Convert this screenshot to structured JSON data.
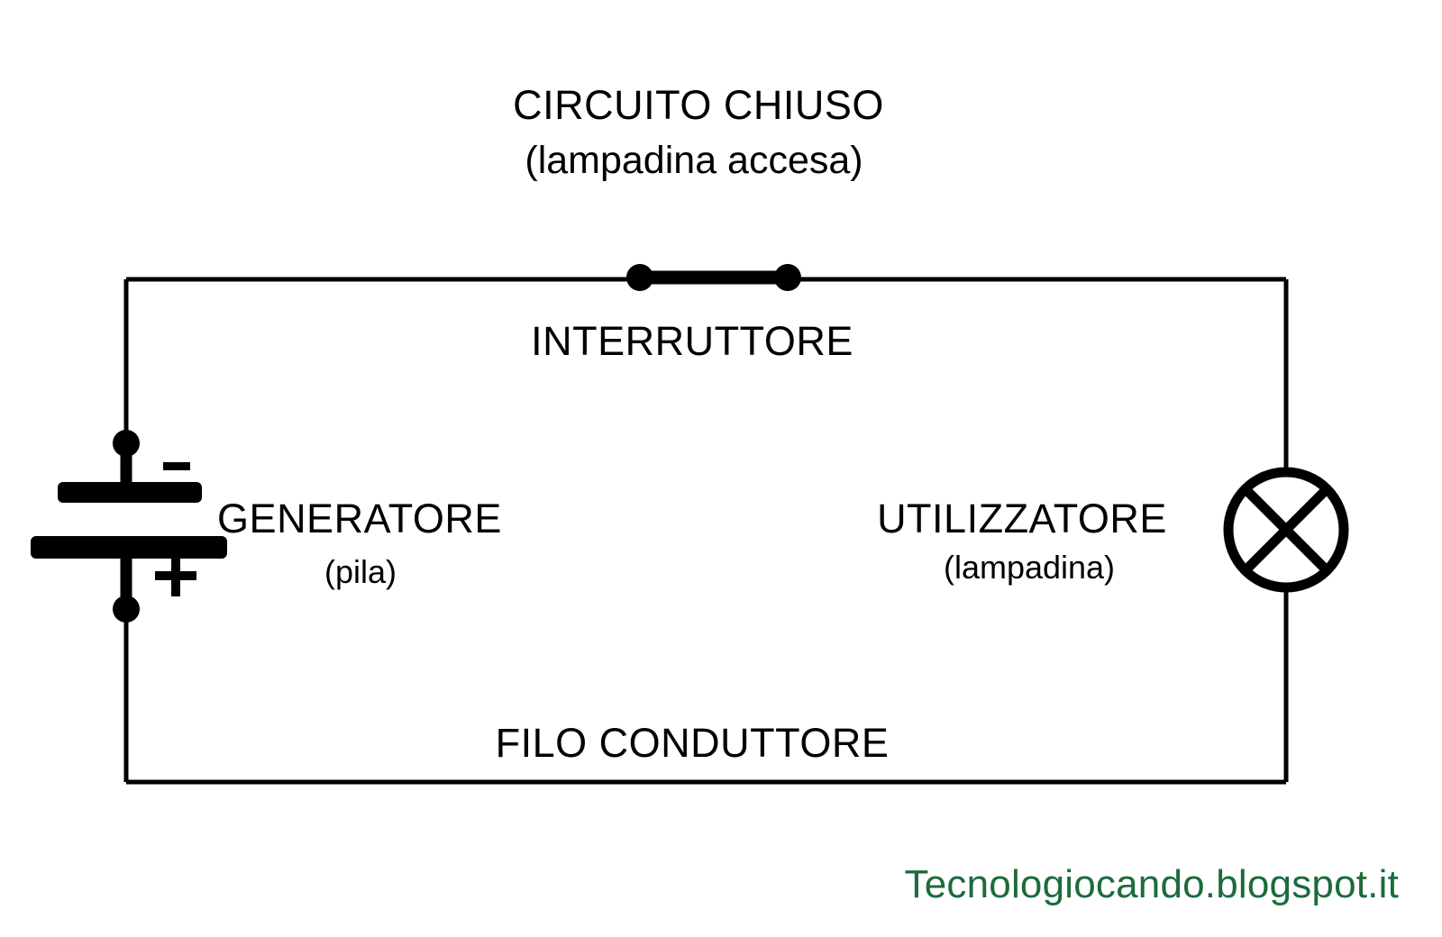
{
  "page": {
    "background_color": "#ffffff",
    "ink_color": "#000000"
  },
  "title": {
    "line1": "CIRCUITO CHIUSO",
    "line2": "(lampadina accesa)"
  },
  "components": {
    "switch": {
      "label": "INTERRUTTORE",
      "state": "closed",
      "icon": "closed-switch-icon"
    },
    "generator": {
      "label": "GENERATORE",
      "sublabel": "(pila)",
      "icon": "battery-icon",
      "negative_sign": "−",
      "positive_sign": "+"
    },
    "load": {
      "label": "UTILIZZATORE",
      "sublabel": "(lampadina)",
      "icon": "lamp-icon"
    },
    "wire": {
      "label": "FILO CONDUTTORE",
      "icon": "conductor-wire-icon"
    }
  },
  "watermark": {
    "text": "Tecnologiocando.blogspot.it",
    "color": "#1c6b3c"
  }
}
